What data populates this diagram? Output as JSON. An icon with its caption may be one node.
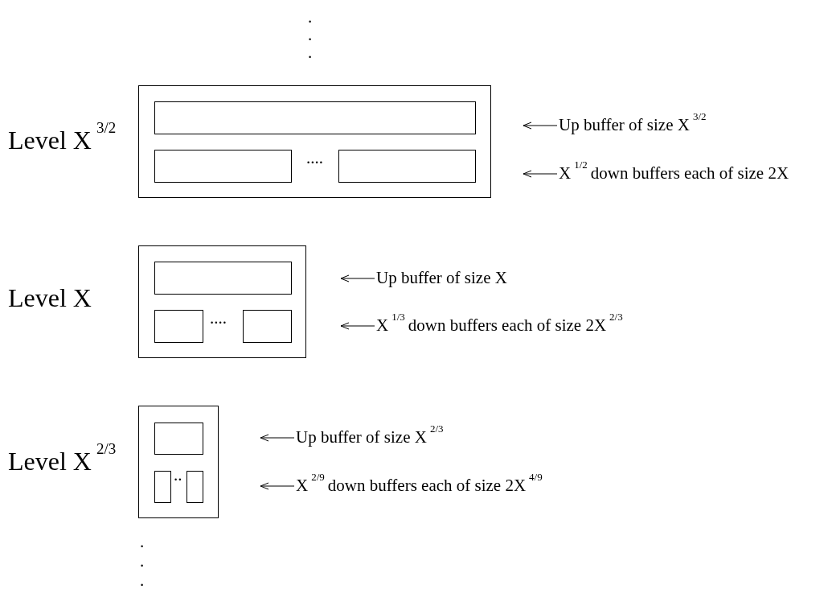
{
  "diagram": {
    "nodes": [
      {
        "text": [
          "...."
        ],
        "beside": [
          "Level X$^{3/2}$"
        ]
      },
      {
        "text": [],
        "shape": "box",
        "in": 0
      },
      {
        "text": [],
        "shape": "box",
        "in": 0
      },
      {
        "text": [],
        "shape": "box",
        "in": 0
      },
      {
        "text": [
          "Up buffer of size X$^{3/2}$"
        ]
      },
      {
        "text": [
          "X$^{1/2}$down buffers each of size 2X"
        ]
      },
      {
        "text": [
          "...."
        ],
        "beside": [
          "Level X"
        ]
      },
      {
        "text": [],
        "shape": "box",
        "in": 6
      },
      {
        "text": [],
        "shape": "box",
        "in": 6
      },
      {
        "text": [],
        "shape": "box",
        "in": 6
      },
      {
        "text": [
          "Up buffer of size X"
        ]
      },
      {
        "text": [
          "X$^{1/3}$down buffers each of size 2X$^{2/3}$"
        ]
      },
      {
        "text": [
          ".."
        ],
        "beside": [
          "Level X$^{2/3}$"
        ]
      },
      {
        "text": [],
        "shape": "box",
        "in": 12
      },
      {
        "text": [],
        "shape": "box",
        "in": 12
      },
      {
        "text": [],
        "shape": "box",
        "in": 12
      },
      {
        "text": [
          "Up buffer of size X$^{2/3}$"
        ]
      },
      {
        "text": [
          "X$^{2/9}$down buffers each of size 2X$^{4/9}$"
        ]
      }
    ],
    "edges": [
      {
        "from": 4,
        "to": null,
        "arrow": "to"
      },
      {
        "from": 5,
        "to": null,
        "arrow": "to"
      },
      {
        "from": 10,
        "to": null,
        "arrow": "to"
      },
      {
        "from": 11,
        "to": null,
        "arrow": "to"
      },
      {
        "from": 16,
        "to": null,
        "arrow": "to"
      },
      {
        "from": 17,
        "to": null,
        "arrow": "to"
      }
    ],
    "labels": [
      ".",
      ".",
      ".",
      ".",
      ".",
      "."
    ]
  }
}
